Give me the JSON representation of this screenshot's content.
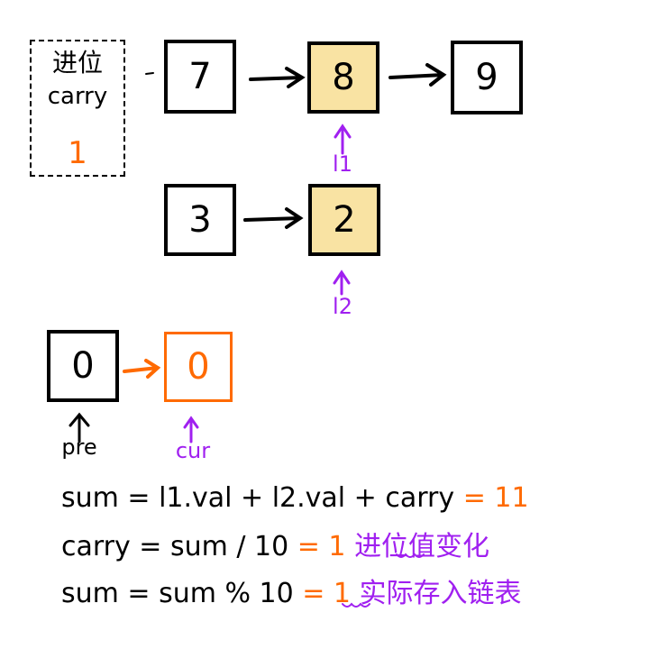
{
  "carry_box": {
    "title_cn": "进位",
    "title_en": "carry",
    "value": "1"
  },
  "list1": {
    "nodes": [
      "7",
      "8",
      "9"
    ],
    "highlight_index": 1,
    "pointer_label": "l1"
  },
  "list2": {
    "nodes": [
      "3",
      "2"
    ],
    "highlight_index": 1,
    "pointer_label": "l2"
  },
  "result": {
    "nodes": [
      "0",
      "0"
    ],
    "pointers": {
      "pre": "pre",
      "cur": "cur"
    }
  },
  "formulas": [
    {
      "expr": "sum = l1.val + l2.val + carry",
      "result": "= 11",
      "note": ""
    },
    {
      "expr": "carry = sum / 10",
      "result": "= 1",
      "note": "进位值变化"
    },
    {
      "expr": "sum = sum % 10",
      "result": "= 1",
      "note": "实际存入链表"
    }
  ],
  "colors": {
    "highlight_fill": "#f9e3a3",
    "orange": "#ff6a00",
    "purple": "#a020f0",
    "ink": "#000000"
  }
}
